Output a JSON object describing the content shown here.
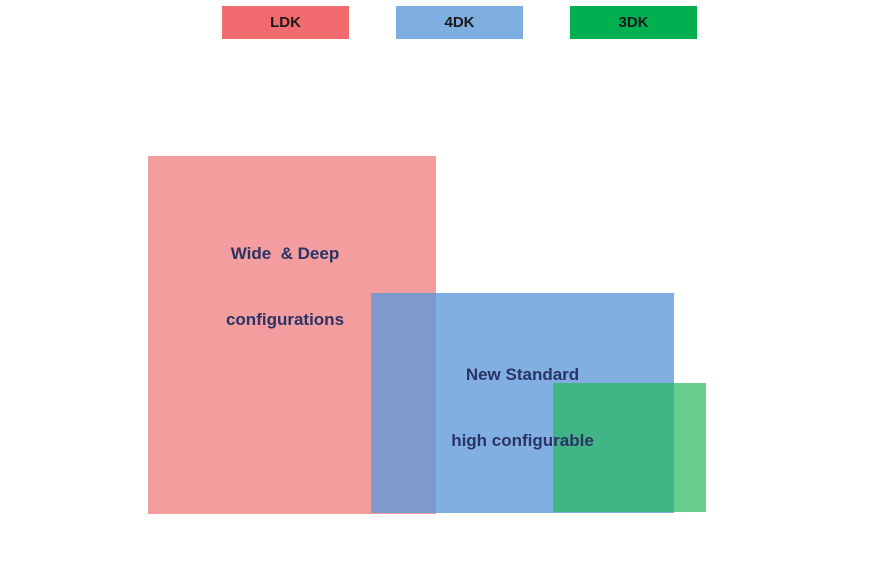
{
  "legend": [
    {
      "label": "LDK",
      "color": "#f26b6e"
    },
    {
      "label": "4DK",
      "color": "#7eaee0"
    },
    {
      "label": "3DK",
      "color": "#00b050"
    }
  ],
  "areas": {
    "ldk": {
      "line1": "Wide  & Deep",
      "line2": "configurations",
      "color": "#ee6e70"
    },
    "fourdk": {
      "line1": "New Standard",
      "line2": "high configurable",
      "color": "#5f99d9"
    },
    "threedk": {
      "color": "#20b85a"
    }
  }
}
